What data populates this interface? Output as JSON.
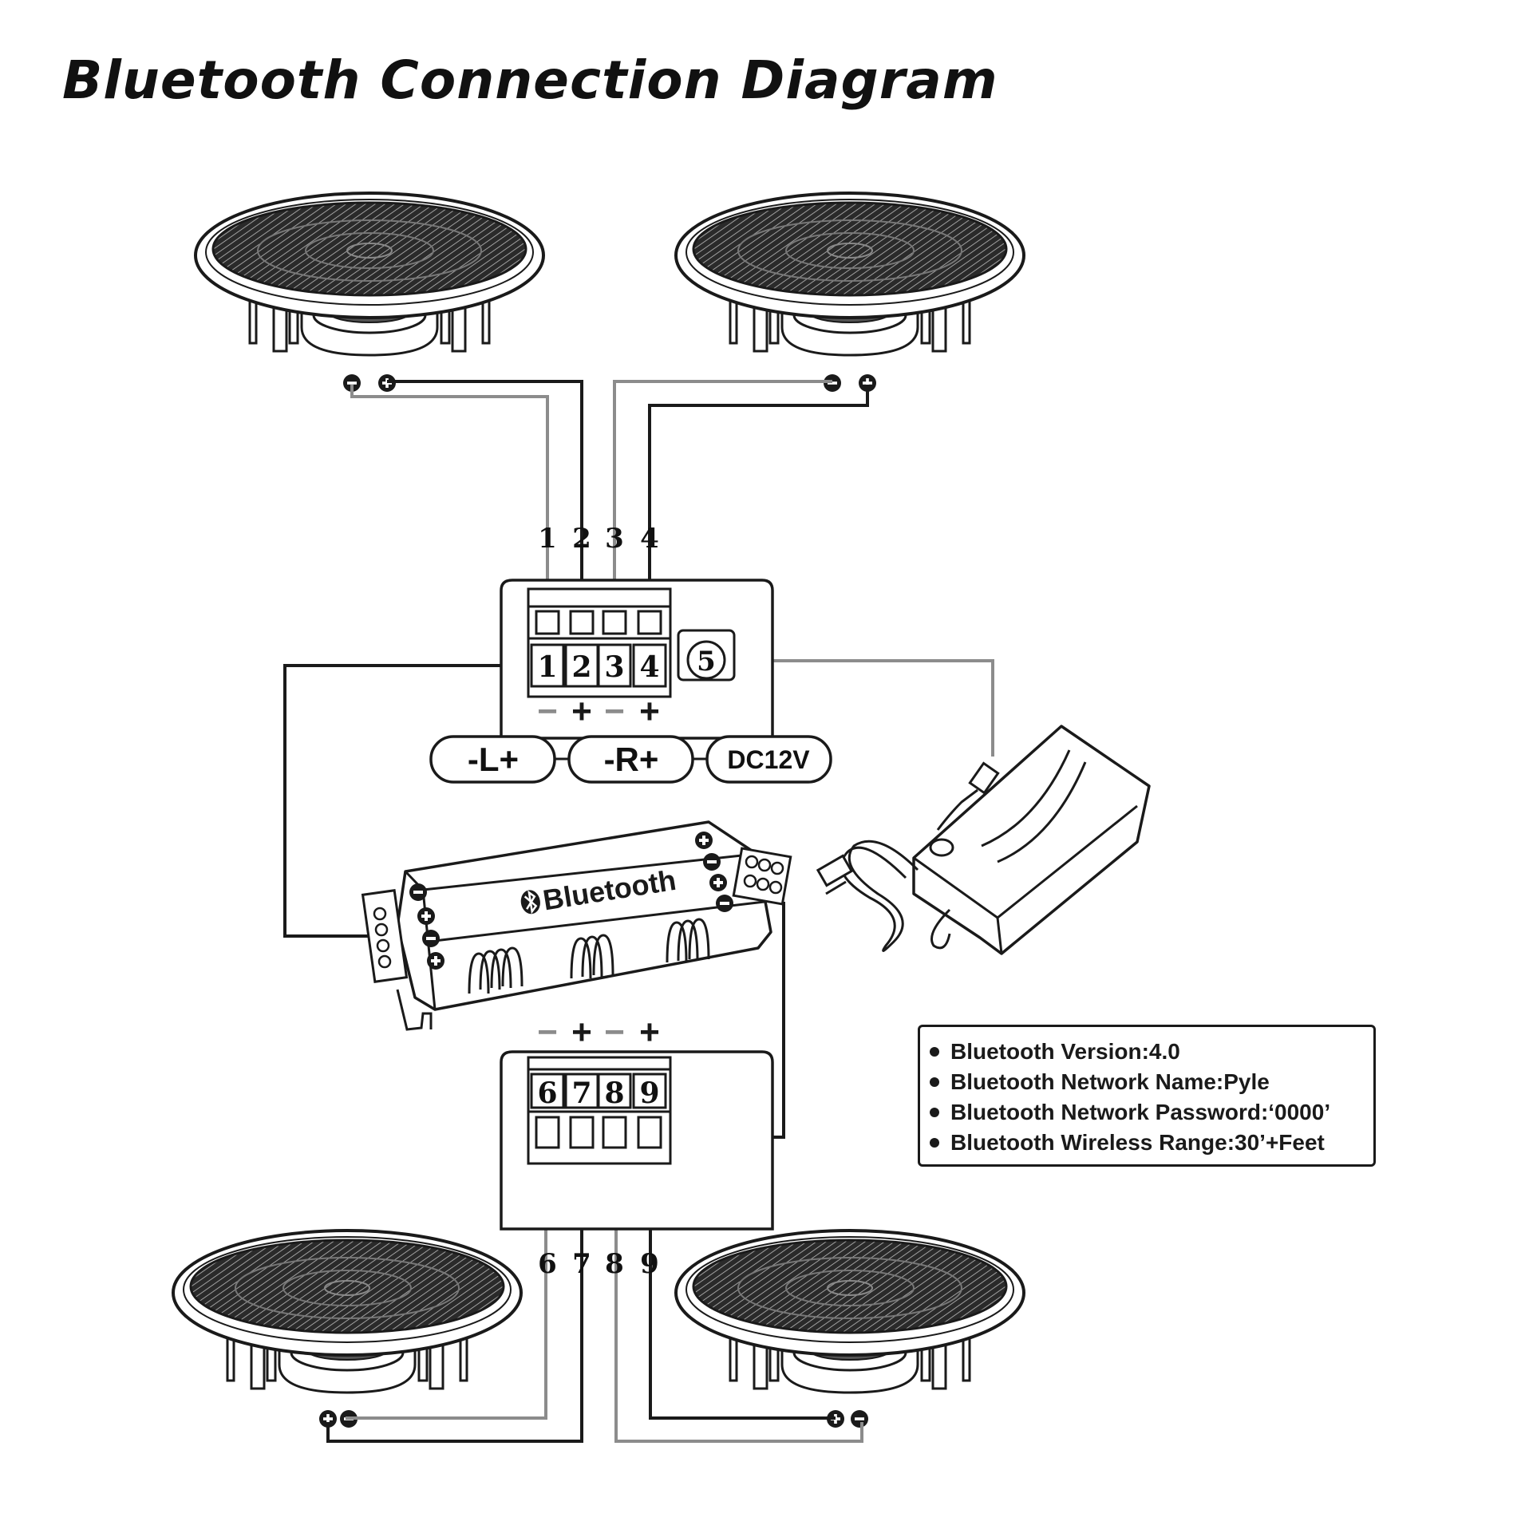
{
  "title": "Bluetooth Connection Diagram",
  "top_terminal": {
    "labels": [
      "1",
      "2",
      "3",
      "4"
    ],
    "polarity": [
      "−",
      "+",
      "−",
      "+"
    ],
    "power_port": "5"
  },
  "bottom_terminal": {
    "labels": [
      "6",
      "7",
      "8",
      "9"
    ],
    "polarity": [
      "−",
      "+",
      "−",
      "+"
    ]
  },
  "channel_tags": [
    "-L+",
    "-R+",
    "DC12V"
  ],
  "amplifier_label": "Bluetooth",
  "speaker_terminal_marks": [
    "−",
    "+"
  ],
  "specs": [
    "Bluetooth Version:4.0",
    "Bluetooth Network Name:Pyle",
    "Bluetooth Network Password:‘0000’",
    "Bluetooth Wireless Range:30’+Feet"
  ],
  "colors": {
    "wire_black": "#1a1a1a",
    "wire_gray": "#8c8c8c",
    "ink": "#111111"
  }
}
